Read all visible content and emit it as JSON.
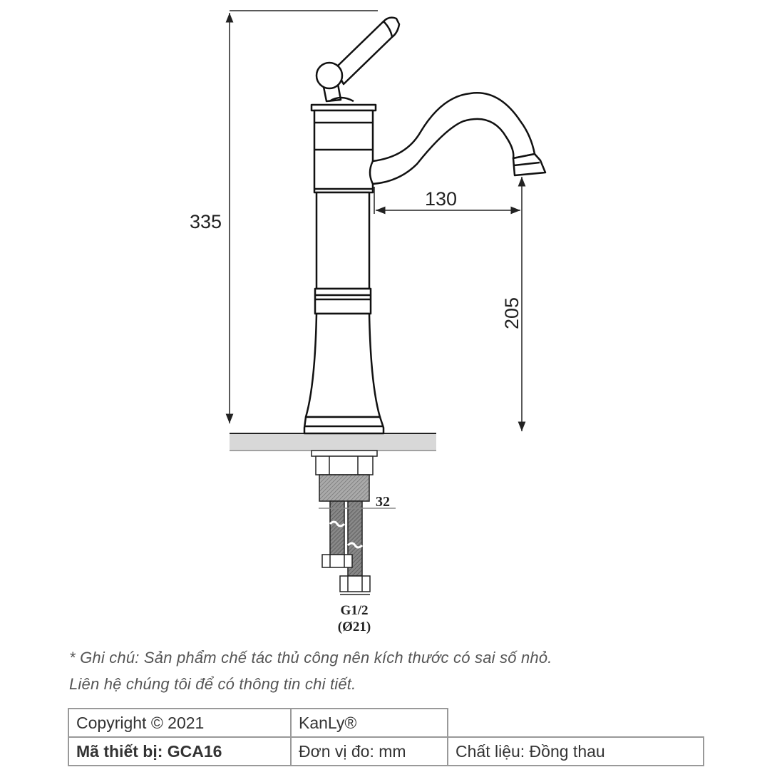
{
  "drawing": {
    "product": "faucet",
    "dimensions": {
      "total_height": "335",
      "spout_reach": "130",
      "spout_height": "205",
      "hose_width": "32",
      "thread": "G1/2",
      "thread_diameter": "(Ø21)"
    }
  },
  "notes": [
    "* Ghi chú: Sản phẩm chế tác thủ công nên kích thước có sai số nhỏ.",
    "Liên hệ chúng tôi để có thông tin chi tiết."
  ],
  "info_table": {
    "copyright": "Copyright © 2021",
    "brand": "KanLy®",
    "model": "Mã thiết bị: GCA16",
    "unit": "Đơn vị đo: mm",
    "material": "Chất liệu: Đồng thau"
  }
}
